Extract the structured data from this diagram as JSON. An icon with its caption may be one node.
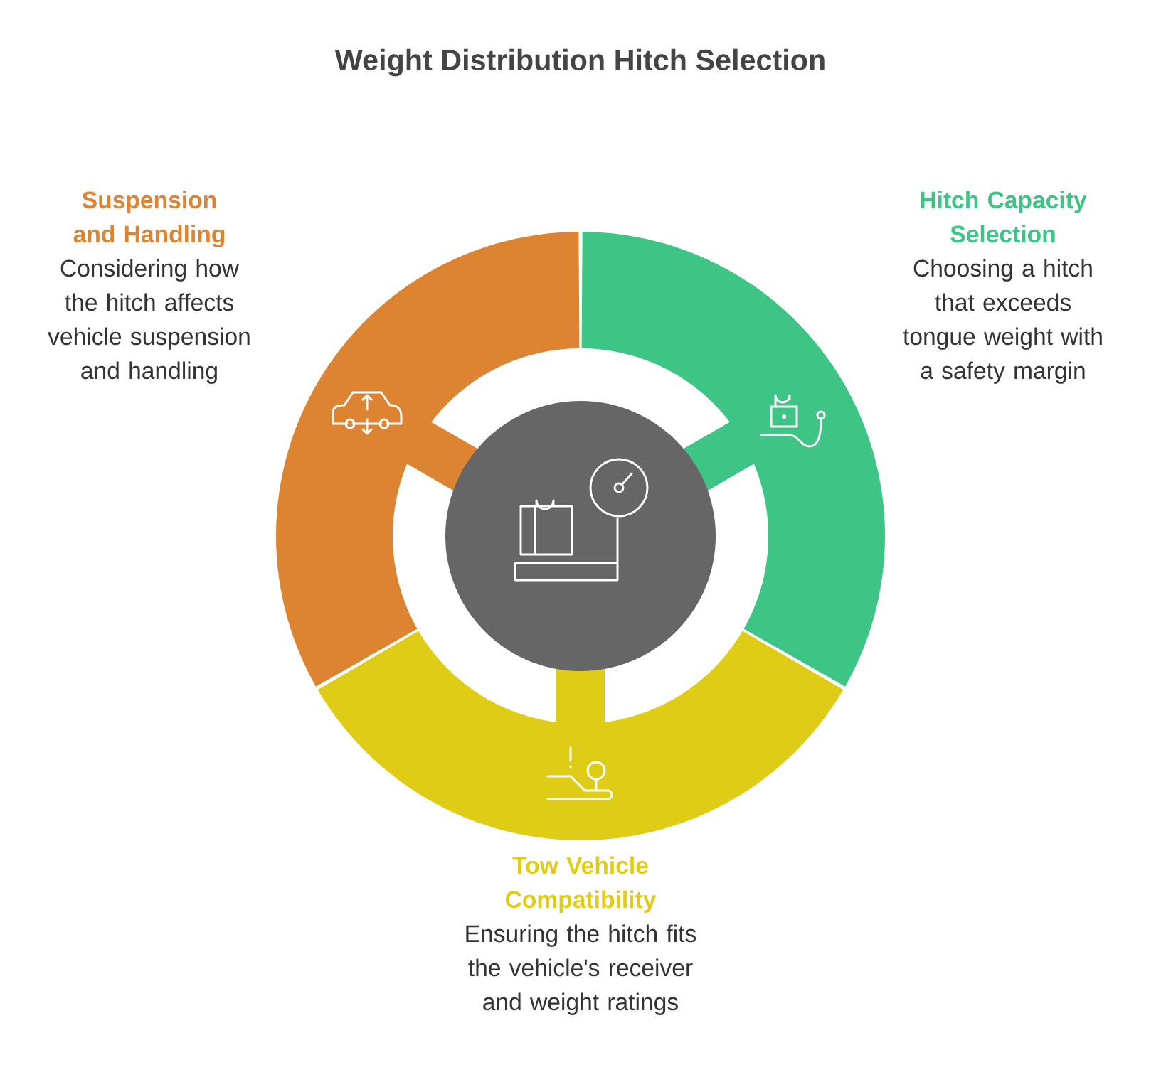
{
  "diagram": {
    "title": "Weight Distribution Hitch Selection",
    "nodes": [
      {
        "text": [
          "Suspension and Handling",
          "Considering how the hitch affects vehicle suspension and handling"
        ]
      },
      {
        "text": [
          "Hitch Capacity Selection",
          "Choosing a hitch that exceeds tongue weight with a safety margin"
        ]
      },
      {
        "text": [
          "Tow Vehicle Compatibility",
          "Ensuring the hitch fits the vehicle's receiver and weight ratings"
        ]
      },
      {
        "text": [],
        "shape": "circle"
      }
    ]
  }
}
